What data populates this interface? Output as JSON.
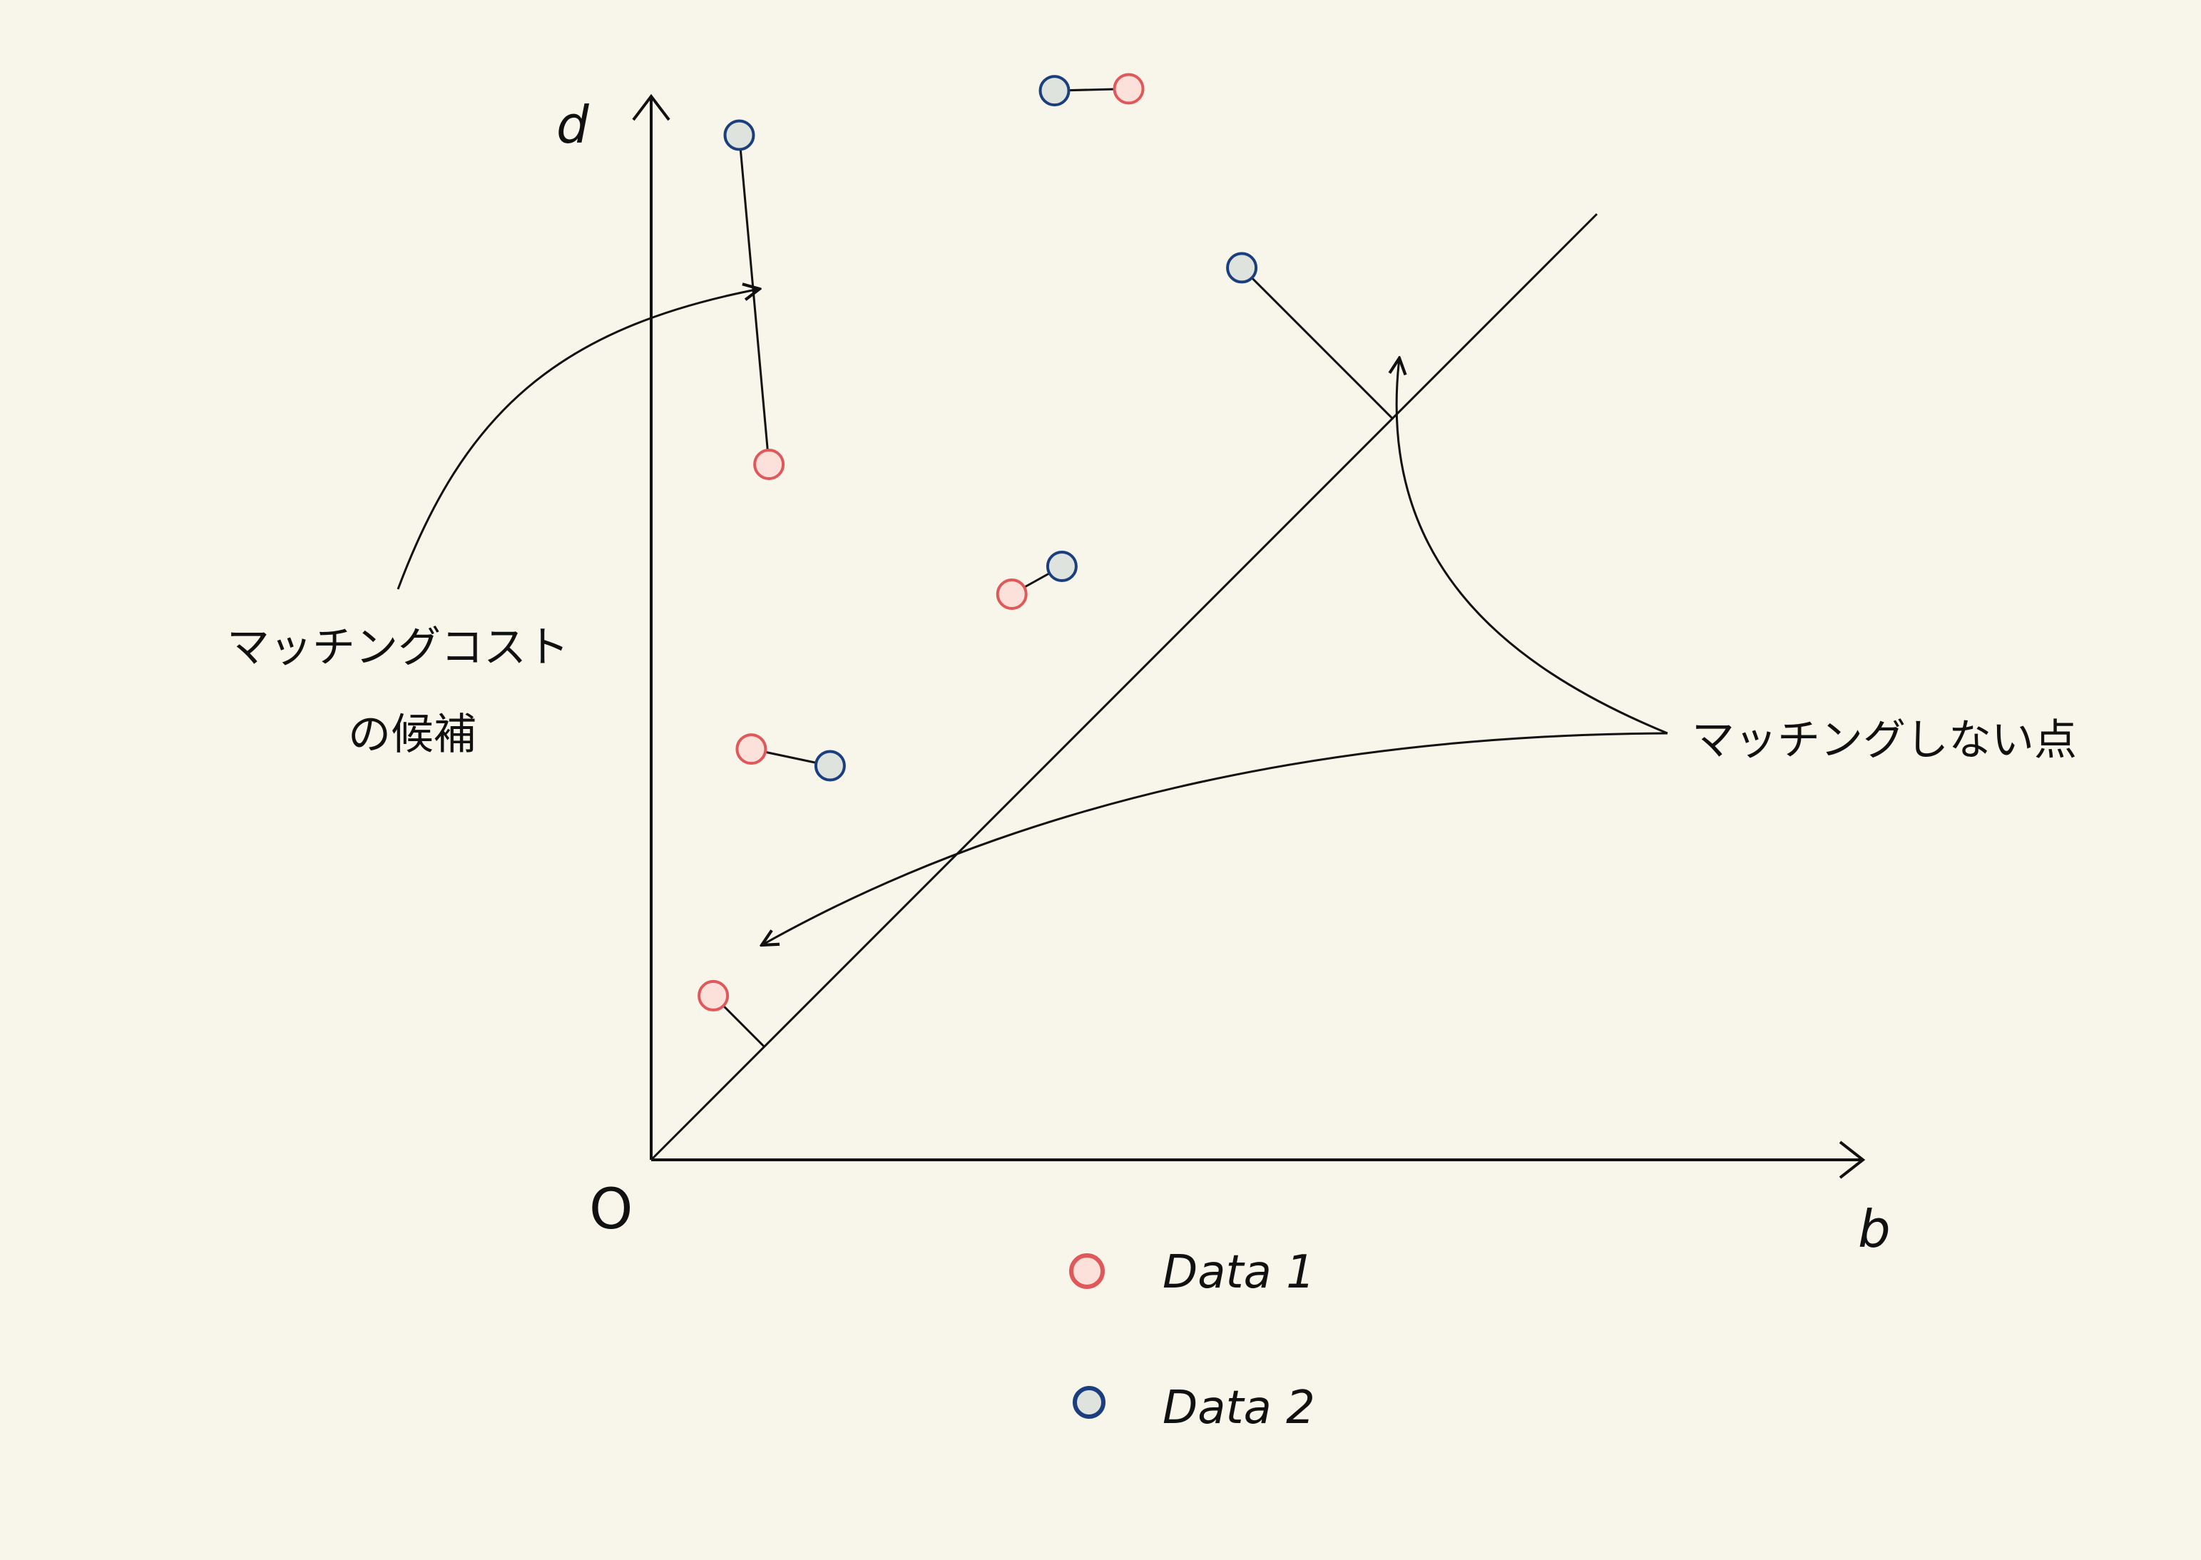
{
  "labels": {
    "y_axis": "d",
    "x_axis": "b",
    "origin": "O"
  },
  "annotations": {
    "matching_cost_line1": "マッチングコスト",
    "matching_cost_line2": "の候補",
    "unmatched": "マッチングしない点"
  },
  "legend": [
    {
      "label": "Data 1",
      "color": "#e0585a",
      "fill": "#fbe1d9"
    },
    {
      "label": "Data 2",
      "color": "#1b3f7e",
      "fill": "#dfe3de"
    }
  ],
  "colors": {
    "background": "#f8f6ea",
    "ink": "#111111"
  },
  "chart_data": {
    "type": "scatter",
    "diagonal": true,
    "series": [
      {
        "name": "Data 1",
        "points": [
          {
            "b": 0.515,
            "d": 1.155
          },
          {
            "b": 0.127,
            "d": 0.75
          },
          {
            "b": 0.389,
            "d": 0.61
          },
          {
            "b": 0.108,
            "d": 0.443
          },
          {
            "b": 0.067,
            "d": 0.177
          }
        ]
      },
      {
        "name": "Data 2",
        "points": [
          {
            "b": 0.435,
            "d": 1.153
          },
          {
            "b": 0.095,
            "d": 1.105
          },
          {
            "b": 0.443,
            "d": 0.64
          },
          {
            "b": 0.193,
            "d": 0.425
          },
          {
            "b": 0.637,
            "d": 0.962
          }
        ]
      }
    ],
    "matches": [
      {
        "from": "Data 2",
        "from_index": 0,
        "to": "Data 1",
        "to_index": 0
      },
      {
        "from": "Data 2",
        "from_index": 1,
        "to": "Data 1",
        "to_index": 1
      },
      {
        "from": "Data 1",
        "from_index": 2,
        "to": "Data 2",
        "to_index": 2
      },
      {
        "from": "Data 1",
        "from_index": 3,
        "to": "Data 2",
        "to_index": 3
      }
    ],
    "unmatched": [
      {
        "series": "Data 2",
        "index": 4
      },
      {
        "series": "Data 1",
        "index": 4
      }
    ]
  }
}
